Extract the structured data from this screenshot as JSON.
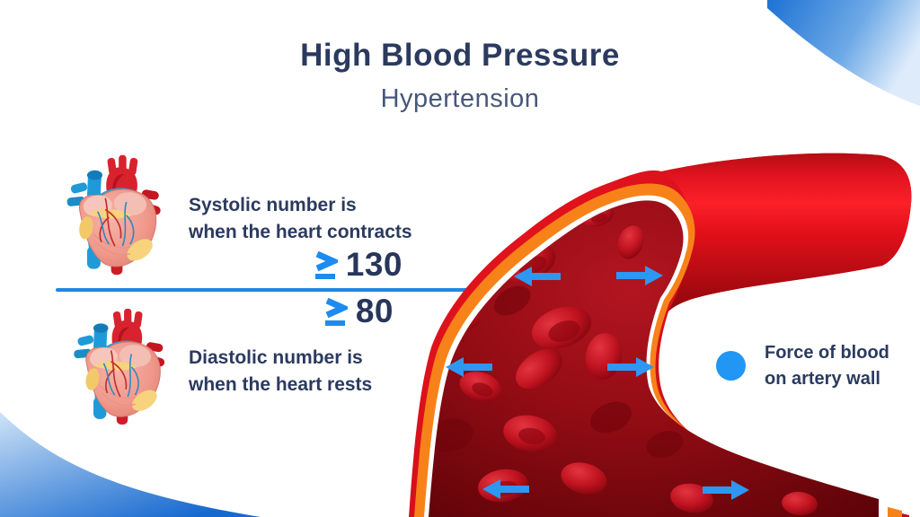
{
  "header": {
    "title": "High Blood Pressure",
    "subtitle": "Hypertension"
  },
  "systolic": {
    "description_line1": "Systolic number is",
    "description_line2": "when the heart contracts",
    "operator": "≥",
    "value": "130"
  },
  "diastolic": {
    "operator": "≥",
    "value": "80",
    "description_line1": "Diastolic number is",
    "description_line2": "when the heart rests"
  },
  "legend": {
    "marker": "blue-dot",
    "label_line1": "Force of blood",
    "label_line2": "on artery wall"
  },
  "illustrations": {
    "heart": "anatomical-heart",
    "artery": "artery-cutaway-with-blood-cells",
    "arrows": "outward-pressure-arrows"
  },
  "colors": {
    "navy": "#2b3a5e",
    "subtitle_gray": "#47587a",
    "accent_blue": "#2193f0",
    "divider_blue": "#1e88e5",
    "legend_dot_blue": "#2196f3",
    "artery_red": "#dc1019",
    "artery_orange": "#f8821a"
  }
}
